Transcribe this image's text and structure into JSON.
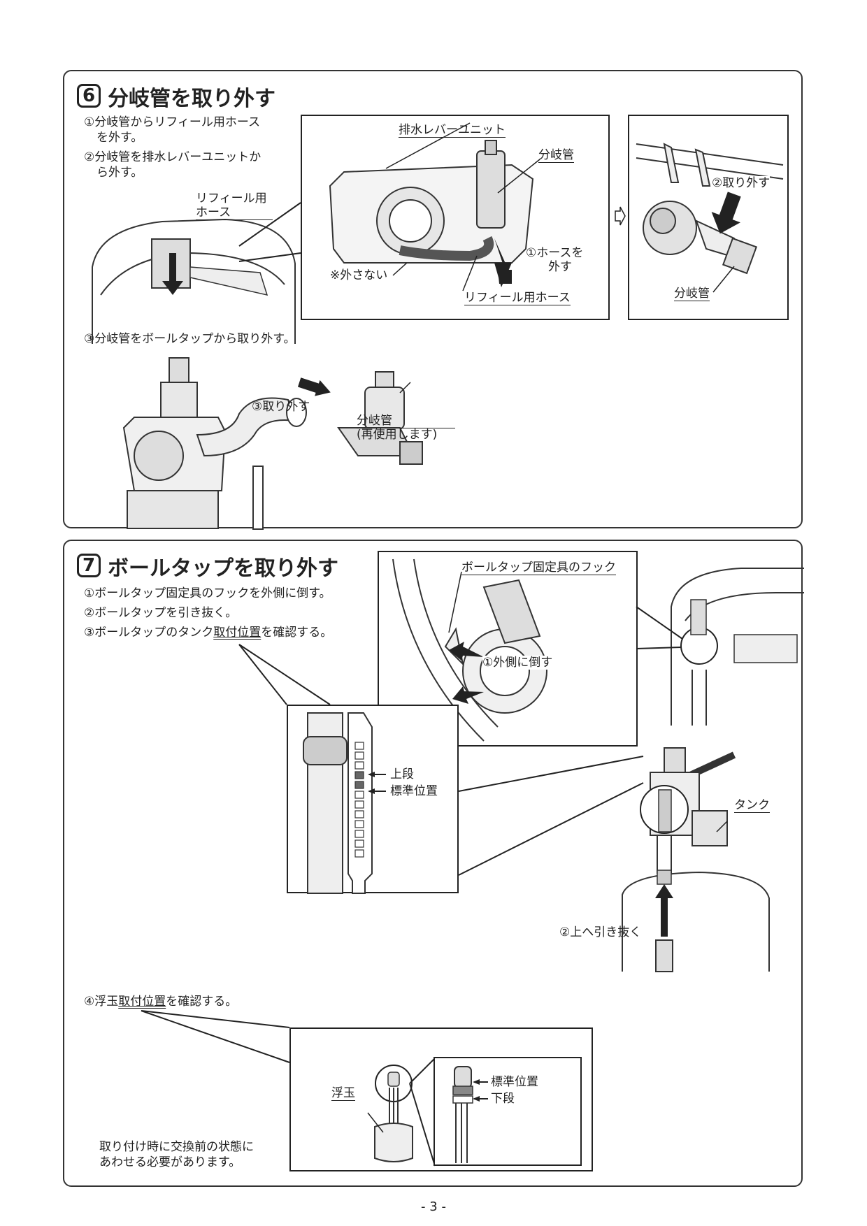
{
  "section6": {
    "number": "6",
    "title": "分岐管を取り外す",
    "step1_line1": "①分岐管からリフィール用ホース",
    "step1_line2": "を外す。",
    "step2_line1": "②分岐管を排水レバーユニットか",
    "step2_line2": "ら外す。",
    "refill_hose_label_1": "リフィール用",
    "refill_hose_label_2": "ホース",
    "lever_unit_label": "排水レバーユニット",
    "branch_pipe_label": "分岐管",
    "remove_hose_1": "①ホースを",
    "remove_hose_2": "外す",
    "do_not_remove": "※外さない",
    "refill_hose_label_full": "リフィール用ホース",
    "remove_2": "②取り外す",
    "branch_pipe_label_2": "分岐管",
    "step3": "③分岐管をボールタップから取り外す。",
    "remove_3": "③取り外す",
    "branch_pipe_label_3": "分岐管",
    "reuse": "(再使用します)"
  },
  "section7": {
    "number": "7",
    "title": "ボールタップを取り外す",
    "step1": "①ボールタップ固定具のフックを外側に倒す。",
    "step2": "②ボールタップを引き抜く。",
    "step3_pre": "③ボールタップのタンク",
    "step3_ul": "取付位置",
    "step3_post": "を確認する。",
    "hook_label": "ボールタップ固定具のフック",
    "tilt_out": "①外側に倒す",
    "upper": "上段",
    "standard": "標準位置",
    "tank": "タンク",
    "pull_up": "②上へ引き抜く",
    "step4_pre": "④浮玉",
    "step4_ul": "取付位置",
    "step4_post": "を確認する。",
    "float_label": "浮玉",
    "standard_2": "標準位置",
    "lower": "下段",
    "note_1": "取り付け時に交換前の状態に",
    "note_2": "あわせる必要があります。"
  },
  "page_number": "- 3 -"
}
